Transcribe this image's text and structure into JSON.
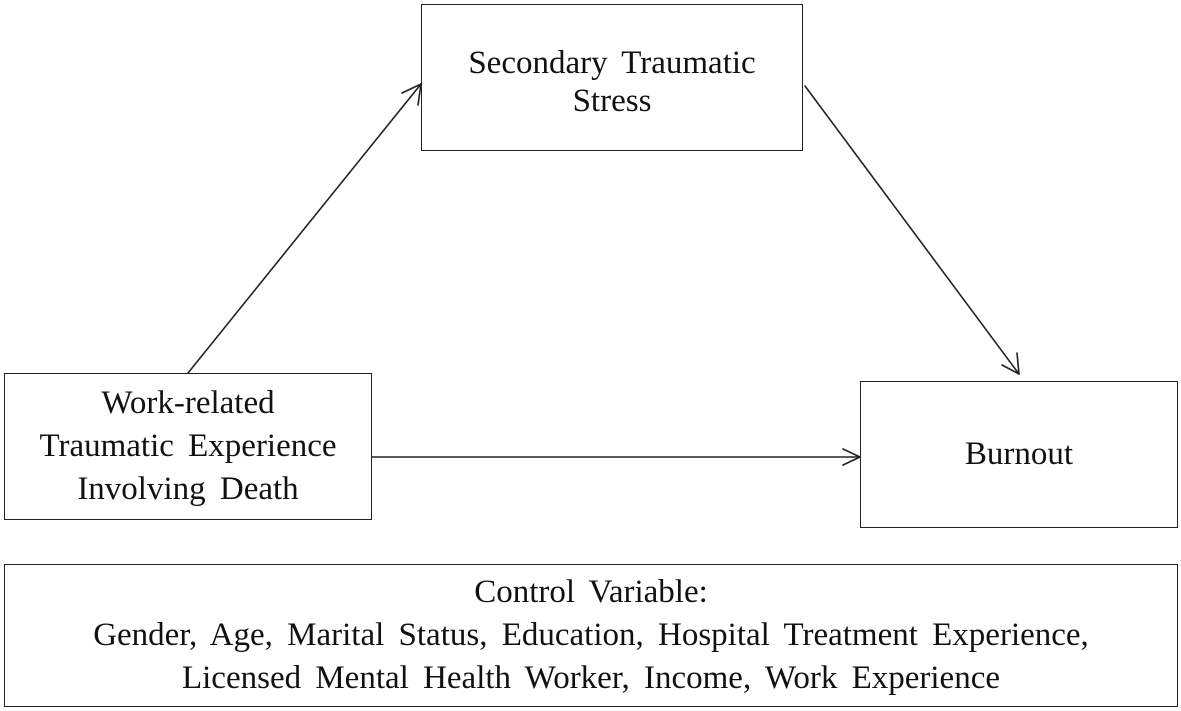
{
  "nodes": {
    "secondary_stress": {
      "line1": "Secondary Traumatic",
      "line2": "Stress"
    },
    "work_trauma": {
      "line1": "Work-related",
      "line2": "Traumatic Experience",
      "line3": "Involving Death"
    },
    "burnout": {
      "line1": "Burnout"
    }
  },
  "controls": {
    "title": "Control Variable:",
    "line1": "Gender, Age, Marital Status, Education, Hospital Treatment Experience,",
    "line2": "Licensed Mental Health Worker, Income, Work Experience"
  },
  "edges": [
    {
      "from": "Work-related Traumatic Experience Involving Death",
      "to": "Secondary Traumatic Stress"
    },
    {
      "from": "Secondary Traumatic Stress",
      "to": "Burnout"
    },
    {
      "from": "Work-related Traumatic Experience Involving Death",
      "to": "Burnout"
    }
  ]
}
